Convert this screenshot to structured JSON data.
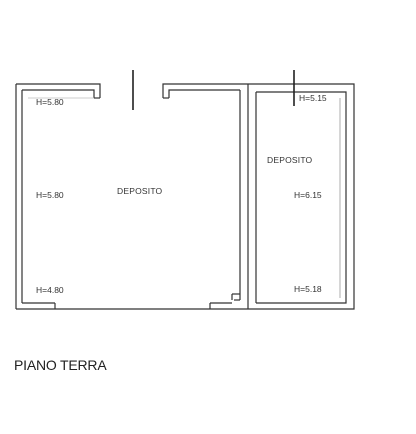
{
  "plan": {
    "caption": "PIANO TERRA",
    "rooms": [
      {
        "name": "DEPOSITO",
        "heights": [
          "H=5.80",
          "H=5.80",
          "H=4.80"
        ]
      },
      {
        "name": "DEPOSITO",
        "heights": [
          "H=5.15",
          "H=6.15",
          "H=5.18"
        ]
      }
    ]
  }
}
